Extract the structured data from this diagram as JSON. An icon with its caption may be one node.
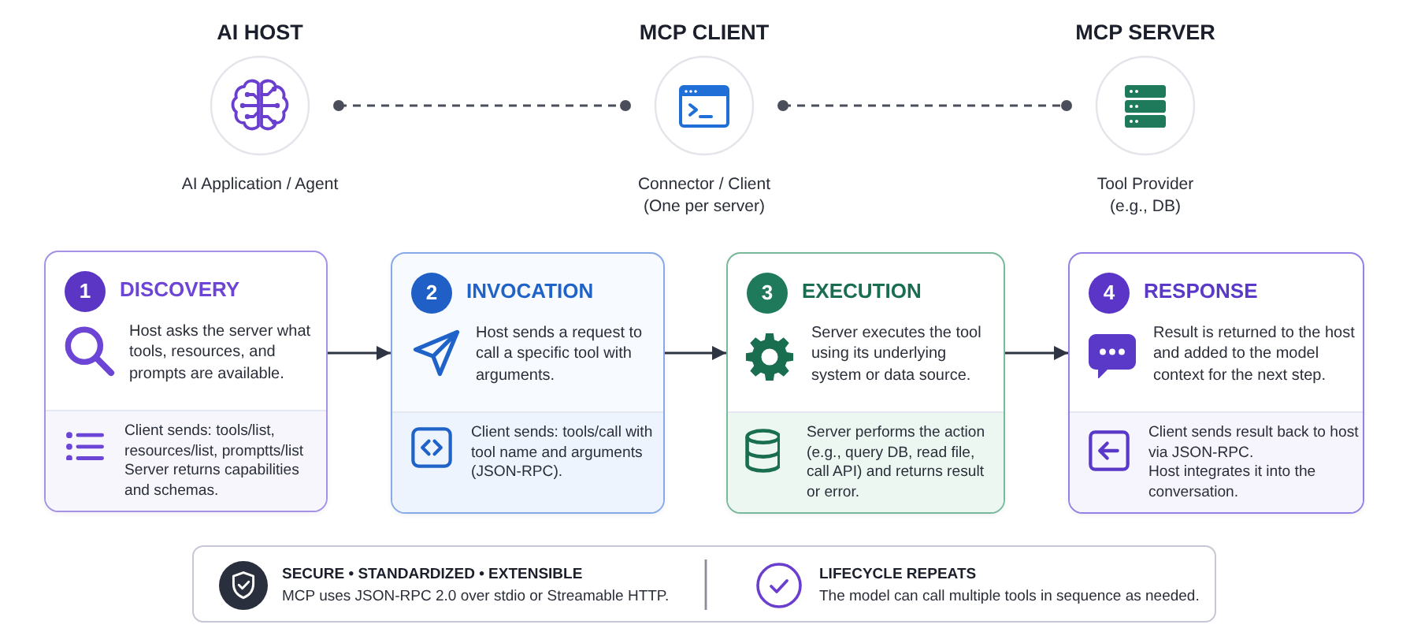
{
  "diagram": {
    "nodes": [
      {
        "text": [
          "AI HOST"
        ],
        "beside": [
          "AI Application / Agent"
        ]
      },
      {
        "text": [
          "MCP CLIENT"
        ],
        "beside": [
          "Connector / Client",
          "(One per server)"
        ]
      },
      {
        "text": [
          "MCP SERVER"
        ],
        "beside": [
          "Tool Provider",
          "(e.g., DB)"
        ]
      },
      {
        "text": [
          "DISCOVERY",
          "Host asks the server what tools, resources, and prompts are available.",
          "Client sends: tools/list, resources/list, promptts/list",
          "Server returns capabilities and schemas."
        ]
      },
      {
        "text": [
          "1"
        ],
        "in": 3
      },
      {
        "text": [
          "INVOCATION",
          "Host sends a request to call a specific tool with arguments.",
          "Client sends: tools/call with tool name and arguments (JSON-RPC)."
        ]
      },
      {
        "text": [
          "2"
        ],
        "in": 5
      },
      {
        "text": [
          "EXECUTION",
          "Server executes the tool using its underlying system or data source.",
          "Server performs the action (e.g., query DB, read file, call API) and returns result or error."
        ]
      },
      {
        "text": [
          "3"
        ],
        "in": 7
      },
      {
        "text": [
          "RESPONSE",
          "Result is returned to the host and added to the model context for the next step.",
          "Client sends result back to host via JSON-RPC.",
          "Host integrates it into the conversation."
        ]
      },
      {
        "text": [
          "4"
        ],
        "in": 9
      },
      {
        "text": [
          "SECURE • STANDARDIZED • EXTENSIBLE",
          "MCP uses JSON-RPC 2.0 over stdio or Streamable HTTP.",
          "LIFECYCLE REPEATS",
          "The model can call multiple tools in sequence as needed."
        ]
      }
    ],
    "edges": [
      {
        "from": 0,
        "to": 1,
        "arrow": "other",
        "style": "dashed"
      },
      {
        "from": 1,
        "to": 2,
        "arrow": "other",
        "style": "dashed"
      },
      {
        "from": 3,
        "to": 5,
        "arrow": "to"
      },
      {
        "from": 5,
        "to": 7,
        "arrow": "to"
      },
      {
        "from": 7,
        "to": 9,
        "arrow": "to"
      }
    ]
  }
}
